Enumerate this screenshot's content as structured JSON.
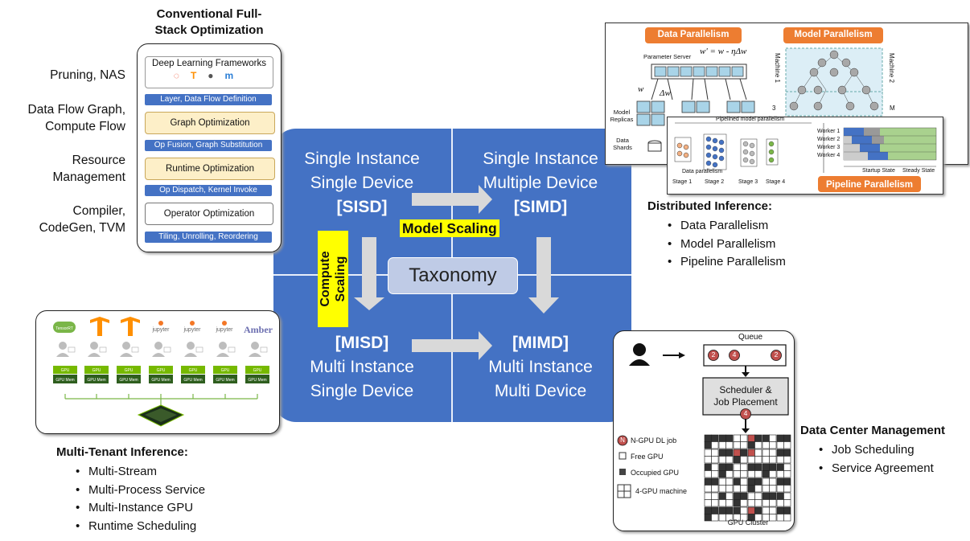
{
  "left_top": {
    "title_line1": "Conventional Full-",
    "title_line2": "Stack Optimization",
    "side_labels": [
      [
        "Pruning, NAS"
      ],
      [
        "Data Flow Graph,",
        "Compute Flow"
      ],
      [
        "Resource",
        "Management"
      ],
      [
        "Compiler,",
        "CodeGen, TVM"
      ]
    ],
    "framework_box": "Deep Learning Frameworks",
    "bars": [
      "Layer, Data Flow Definition",
      "Op Fusion, Graph Substitution",
      "Op Dispatch, Kernel Invoke",
      "Tiling, Unrolling, Reordering"
    ],
    "boxes": [
      "Graph Optimization",
      "Runtime Optimization",
      "Operator Optimization"
    ]
  },
  "center": {
    "q1": [
      "Single Instance",
      "Single Device",
      "[SISD]"
    ],
    "q2": [
      "Single Instance",
      "Multiple Device",
      "[SIMD]"
    ],
    "q3": [
      "[MISD]",
      "Multi Instance",
      "Single Device"
    ],
    "q4": [
      "[MIMD]",
      "Multi Instance",
      "Multi Device"
    ],
    "taxonomy": "Taxonomy",
    "model_scaling": "Model Scaling",
    "compute_scaling_1": "Compute",
    "compute_scaling_2": "Scaling"
  },
  "distributed": {
    "data_parallelism_tag": "Data Parallelism",
    "model_parallelism_tag": "Model Parallelism",
    "pipeline_tag": "Pipeline Parallelism",
    "parameter_server": "Parameter Server",
    "formula": "w' = w - ηΔw",
    "w": "w",
    "dw": "Δw",
    "model_replicas": "Model Replicas",
    "data_shards": "Data Shards",
    "machines": [
      "Machine 1",
      "Machine 2",
      "3",
      "M"
    ],
    "pipelined_title": "Pipelined model parallelism",
    "stages": [
      "Stage 1",
      "Stage 2",
      "Stage 3",
      "Stage 4"
    ],
    "data_par_small": "Data parallelism",
    "workers": [
      "Worker 1",
      "Worker 2",
      "Worker 3",
      "Worker 4"
    ],
    "startup": "Startup State",
    "steady": "Steady State",
    "title": "Distributed Inference:",
    "items": [
      "Data Parallelism",
      "Model Parallelism",
      "Pipeline Parallelism"
    ]
  },
  "multitenant": {
    "amber": "Amber",
    "jupyter": "jupyter",
    "gpu": "GPU",
    "gpu_mem": "GPU Mem",
    "title": "Multi-Tenant Inference:",
    "items": [
      "Multi-Stream",
      "Multi-Process Service",
      "Multi-Instance GPU",
      "Runtime Scheduling"
    ]
  },
  "datacenter": {
    "queue": "Queue",
    "scheduler_line1": "Scheduler &",
    "scheduler_line2": "Job Placement",
    "legend": [
      "N-GPU DL job",
      "Free GPU",
      "Occupied GPU",
      "4-GPU machine"
    ],
    "legend_n": "N",
    "queue_jobs": [
      "2",
      "4",
      "2"
    ],
    "placing_job": "4",
    "cluster": "GPU Cluster",
    "title": "Data Center Management",
    "items": [
      "Job Scheduling",
      "Service Agreement"
    ]
  },
  "colors": {
    "quadrant_blue": "#4472c4",
    "highlight": "#ffff00",
    "tag_orange": "#ed7d31"
  }
}
